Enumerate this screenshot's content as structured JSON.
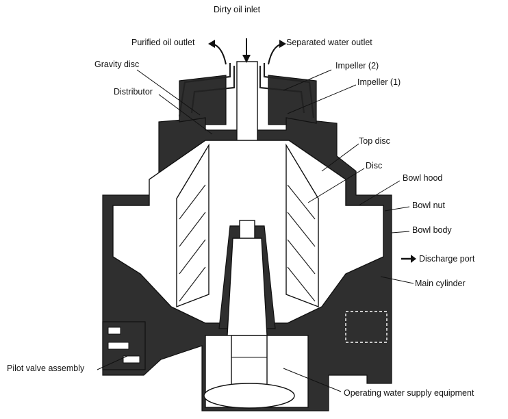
{
  "labels": {
    "dirty_oil_inlet": "Dirty oil inlet",
    "purified_oil_outlet": "Purified oil outlet",
    "separated_water_outlet": "Separated water outlet",
    "gravity_disc": "Gravity disc",
    "impeller_2": "Impeller (2)",
    "impeller_1": "Impeller (1)",
    "distributor": "Distributor",
    "top_disc": "Top disc",
    "disc": "Disc",
    "bowl_hood": "Bowl hood",
    "bowl_nut": "Bowl nut",
    "bowl_body": "Bowl body",
    "discharge_port": "Discharge port",
    "main_cylinder": "Main cylinder",
    "pilot_valve_assembly": "Pilot valve assembly",
    "operating_water_supply_equipment": "Operating water supply equipment"
  },
  "colors": {
    "metal": "#2f2f2f",
    "cavity": "#ffffff",
    "ink": "#111111"
  }
}
